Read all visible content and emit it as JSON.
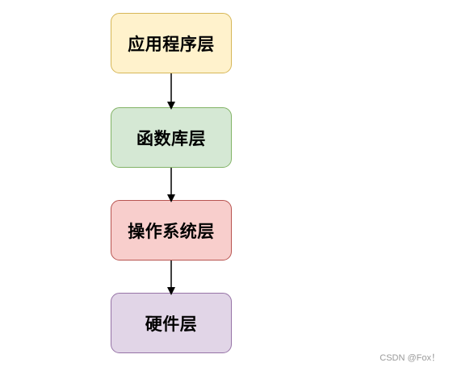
{
  "layers": [
    {
      "label": "应用程序层",
      "fill": "#fff2cc",
      "stroke": "#d6b656"
    },
    {
      "label": "函数库层",
      "fill": "#d5e8d4",
      "stroke": "#82b366"
    },
    {
      "label": "操作系统层",
      "fill": "#f8cecc",
      "stroke": "#b85450"
    },
    {
      "label": "硬件层",
      "fill": "#e1d5e7",
      "stroke": "#9673a6"
    }
  ],
  "watermark": "CSDN @Fox！"
}
